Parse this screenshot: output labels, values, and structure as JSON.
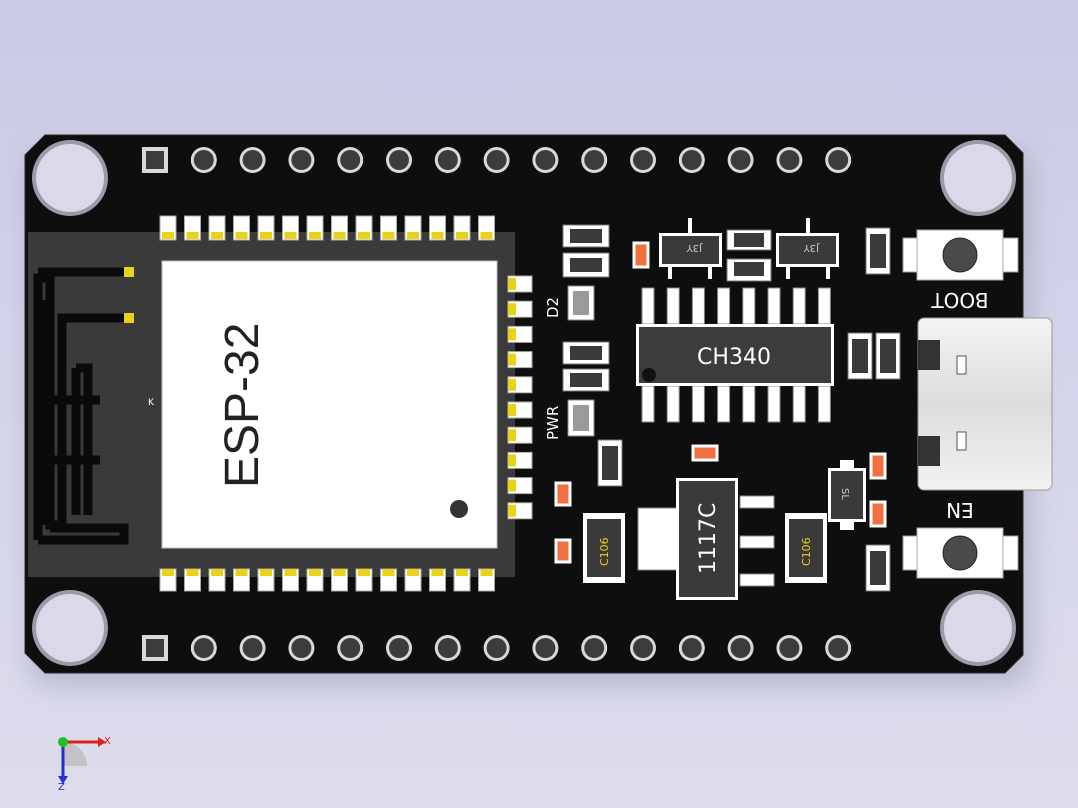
{
  "board": {
    "module_label": "ESP-32",
    "usb_chip_label": "CH340",
    "regulator_label": "1117C",
    "boot_button_label": "BOOT",
    "en_button_label": "EN",
    "led_labels": {
      "d2": "D2",
      "pwr": "PWR"
    },
    "capacitor_labels": [
      "C106",
      "C106"
    ],
    "transistor_labels": [
      "J3Y",
      "J3Y"
    ],
    "diode_label": "SL",
    "antenna_pad_mark": "K"
  },
  "axis_triad": {
    "x_label": "X",
    "z_label": "Z"
  },
  "colors": {
    "pcb": "#0d0d0d",
    "shield": "#ffffff",
    "gold_pad": "#e8d21a",
    "header_ring": "#d9d9d9",
    "led_orange": "#f07040",
    "silk": "#ffffff"
  }
}
